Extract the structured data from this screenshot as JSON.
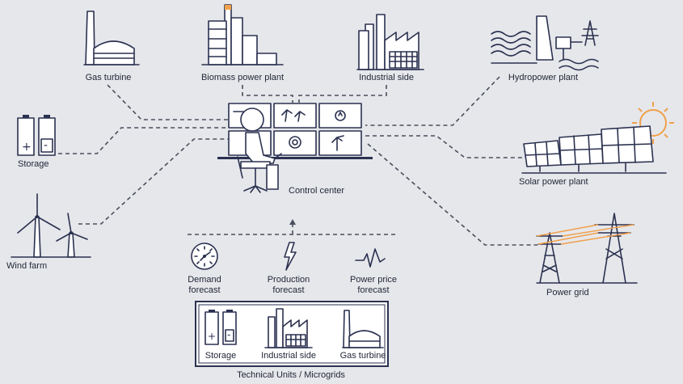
{
  "nodes": {
    "gas_turbine": "Gas turbine",
    "biomass": "Biomass power plant",
    "industrial": "Industrial side",
    "hydropower": "Hydropower plant",
    "storage": "Storage",
    "solar": "Solar power plant",
    "control_center": "Control center",
    "wind_farm": "Wind farm",
    "power_grid": "Power grid"
  },
  "forecasts": [
    {
      "line1": "Demand",
      "line2": "forecast"
    },
    {
      "line1": "Production",
      "line2": "forecast"
    },
    {
      "line1": "Power price",
      "line2": "forecast"
    }
  ],
  "microgrid": {
    "items": [
      "Storage",
      "Industrial side",
      "Gas turbine"
    ],
    "caption": "Technical Units / Microgrids"
  },
  "colors": {
    "line": "#2b3150",
    "accent": "#f0a04b",
    "background": "#e6e7eb"
  }
}
